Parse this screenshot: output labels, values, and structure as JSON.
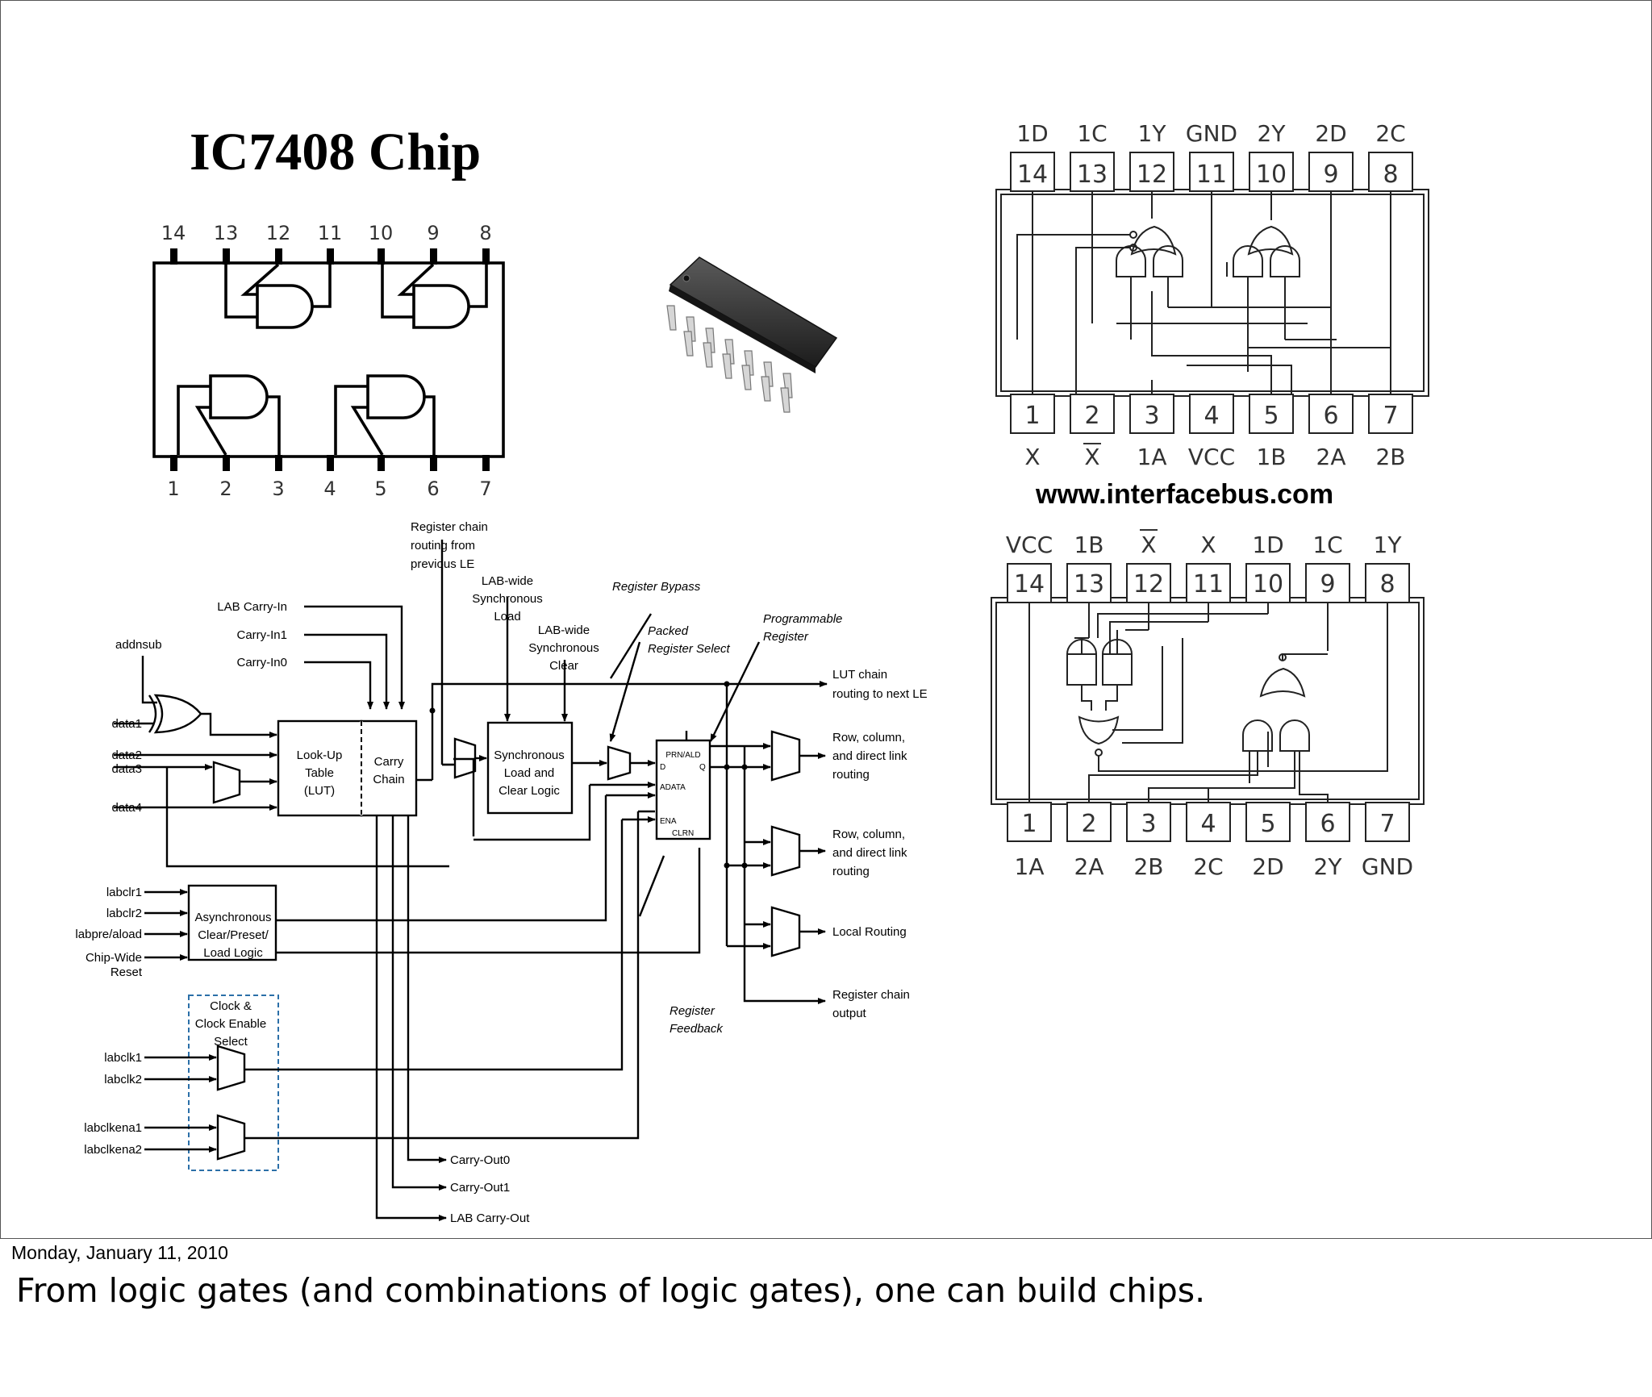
{
  "slide": {
    "title": "IC7408 Chip",
    "website": "www.interfacebus.com",
    "date": "Monday, January 11, 2010",
    "notes": "From logic gates (and combinations of logic gates), one can build chips."
  },
  "ic7408": {
    "top_pins": [
      "14",
      "13",
      "12",
      "11",
      "10",
      "9",
      "8"
    ],
    "bottom_pins": [
      "1",
      "2",
      "3",
      "4",
      "5",
      "6",
      "7"
    ]
  },
  "chip_a": {
    "top_labels": [
      "1D",
      "1C",
      "1Y",
      "GND",
      "2Y",
      "2D",
      "2C"
    ],
    "top_pins": [
      "14",
      "13",
      "12",
      "11",
      "10",
      "9",
      "8"
    ],
    "bottom_pins": [
      "1",
      "2",
      "3",
      "4",
      "5",
      "6",
      "7"
    ],
    "bottom_labels": [
      "X",
      "X",
      "1A",
      "VCC",
      "1B",
      "2A",
      "2B"
    ]
  },
  "chip_b": {
    "top_labels": [
      "VCC",
      "1B",
      "X",
      "X",
      "1D",
      "1C",
      "1Y"
    ],
    "top_pins": [
      "14",
      "13",
      "12",
      "11",
      "10",
      "9",
      "8"
    ],
    "bottom_pins": [
      "1",
      "2",
      "3",
      "4",
      "5",
      "6",
      "7"
    ],
    "bottom_labels": [
      "1A",
      "2A",
      "2B",
      "2C",
      "2D",
      "2Y",
      "GND"
    ]
  },
  "logic_element": {
    "ann_register_chain_1": "Register chain",
    "ann_register_chain_2": "routing from",
    "ann_register_chain_3": "previous LE",
    "ann_lab_load_1": "LAB-wide",
    "ann_lab_load_2": "Synchronous",
    "ann_lab_load_3": "Load",
    "ann_lab_clear_1": "LAB-wide",
    "ann_lab_clear_2": "Synchronous",
    "ann_lab_clear_3": "Clear",
    "ann_register_bypass": "Register Bypass",
    "ann_packed_1": "Packed",
    "ann_packed_2": "Register Select",
    "ann_programmable_1": "Programmable",
    "ann_programmable_2": "Register",
    "ann_lut_chain_1": "LUT chain",
    "ann_lut_chain_2": "routing to next LE",
    "ann_register_feedback_1": "Register",
    "ann_register_feedback_2": "Feedback",
    "in_lab_carry_in": "LAB Carry-In",
    "in_carry_in1": "Carry-In1",
    "in_carry_in0": "Carry-In0",
    "in_addnsub": "addnsub",
    "in_data1": "data1",
    "in_data2": "data2",
    "in_data3": "data3",
    "in_data4": "data4",
    "in_labclr1": "labclr1",
    "in_labclr2": "labclr2",
    "in_labpre": "labpre/aload",
    "in_chipwide_1": "Chip-Wide",
    "in_chipwide_2": "Reset",
    "in_labclk1": "labclk1",
    "in_labclk2": "labclk2",
    "in_labclkena1": "labclkena1",
    "in_labclkena2": "labclkena2",
    "lut_1": "Look-Up",
    "lut_2": "Table",
    "lut_3": "(LUT)",
    "carry_1": "Carry",
    "carry_2": "Chain",
    "sync_1": "Synchronous",
    "sync_2": "Load and",
    "sync_3": "Clear Logic",
    "async_1": "Asynchronous",
    "async_2": "Clear/Preset/",
    "async_3": "Load Logic",
    "clock_1": "Clock &",
    "clock_2": "Clock Enable",
    "clock_3": "Select",
    "reg_prn": "PRN/ALD",
    "reg_d": "D",
    "reg_q": "Q",
    "reg_adata": "ADATA",
    "reg_ena": "ENA",
    "reg_clrn": "CLRN",
    "out_row1_1": "Row, column,",
    "out_row1_2": "and direct link",
    "out_row1_3": "routing",
    "out_row2_1": "Row, column,",
    "out_row2_2": "and direct link",
    "out_row2_3": "routing",
    "out_local": "Local Routing",
    "out_regchain_1": "Register chain",
    "out_regchain_2": "output",
    "out_carry_out0": "Carry-Out0",
    "out_carry_out1": "Carry-Out1",
    "out_lab_carry_out": "LAB Carry-Out"
  }
}
